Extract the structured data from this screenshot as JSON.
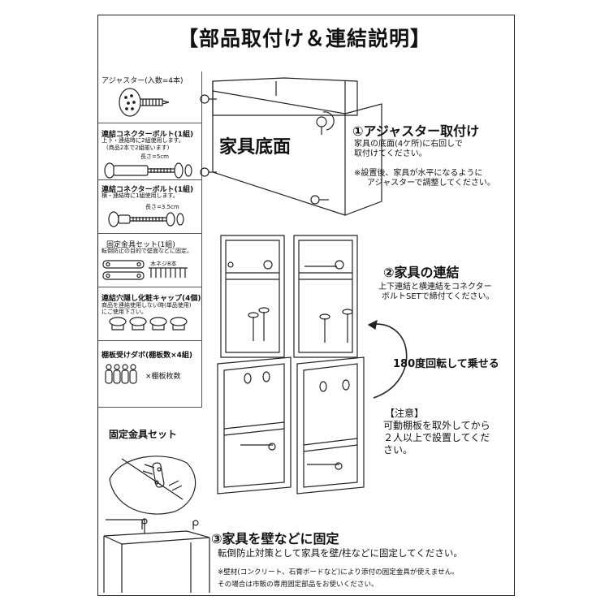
{
  "title": "【部品取付け＆連結説明】",
  "parts": {
    "adjuster": {
      "title": "アジャスター(入数=4本)"
    },
    "connector_long": {
      "title": "連結コネクターボルト(1組)",
      "desc1": "上下・連結時に2組使用します。",
      "desc2": "(商品2本で2組揃います)",
      "length": "長さ=5cm"
    },
    "connector_short": {
      "title": "連結コネクターボルト(1組)",
      "desc1": "横・連結時に1組使用します。",
      "length": "長さ=3.5cm"
    },
    "fixing_set": {
      "title": "固定金具セット(1組)",
      "desc1": "転倒防止の目的で壁面などに固定。",
      "screws": "木ネジ8本"
    },
    "caps": {
      "title": "連結穴隠し化粧キャップ(4個)",
      "desc1": "商品を連結使用しない時(単品使用)",
      "desc2": "にご使用下さい。"
    },
    "dowel": {
      "title": "棚板受けダボ(棚板数×4組)",
      "note": "×棚板枚数"
    }
  },
  "bottom_label": "家具底面",
  "step1": {
    "title": "①アジャスター取付け",
    "line1": "家具の底面(4ケ所)に右回しで",
    "line2": "取付けてください。",
    "note1": "※設置後、家具が水平になるように",
    "note2": "アジャスターで調整してください。"
  },
  "step2": {
    "title": "②家具の連結",
    "line1": "上下連結と横連結をコネクター",
    "line2": "ボルトSETで締付てください。"
  },
  "rotate_label": "180度回転して乗せる",
  "caution": {
    "title": "【注意】",
    "line1": "可動棚板を取外してから",
    "line2": "２人以上で設置してくだ",
    "line3": "さい。"
  },
  "fixing_label": "固定金具セット",
  "step3": {
    "title": "③家具を壁などに固定",
    "line1": "転倒防止対策として家具を壁/柱などに固定してください。",
    "note1": "※壁材(コンクリート、石膏ボードなど)により添付の固定金具が使えません。",
    "note2": "その場合は市販の専用固定部品をお使いください。"
  }
}
